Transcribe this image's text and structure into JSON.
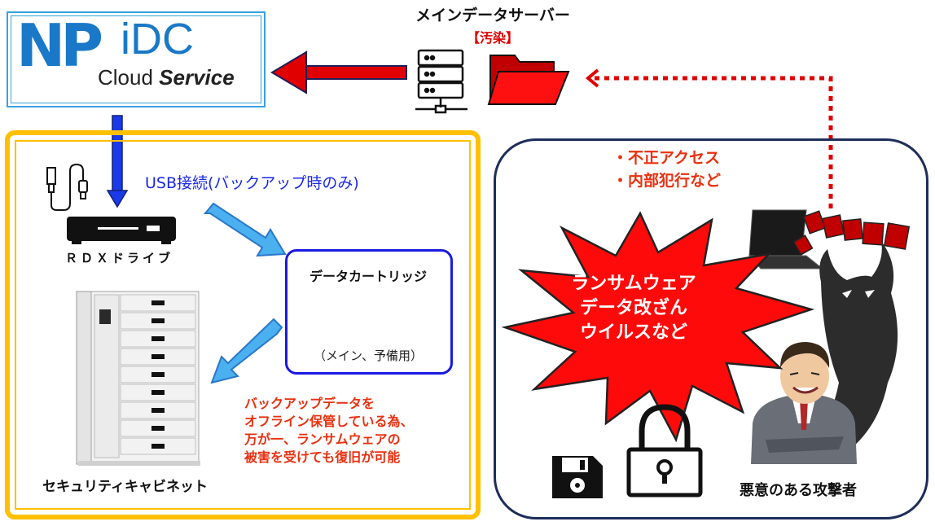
{
  "logo": {
    "mark": "NP",
    "product": "iDC",
    "line2_prefix": "Cloud ",
    "line2_emphasis": "Service"
  },
  "main_server": {
    "title": "メインデータサーバー",
    "tag": "【汚染】"
  },
  "backup": {
    "usb_label": "USB接続(バックアップ時のみ)",
    "rdx_label": "ＲＤＸドライブ",
    "cartridge_title": "データカートリッジ",
    "cartridge_note": "（メイン、予備用）",
    "cabinet_label": "セキュリティキャビネット",
    "offline_note": [
      "バックアップデータを",
      "オフライン保管している為、",
      "万が一、ランサムウェアの",
      "被害を受けても復旧が可能"
    ]
  },
  "threat": {
    "attack_list": [
      "・不正アクセス",
      "・内部犯行など"
    ],
    "burst_text": [
      "ランサムウェア",
      "データ改ざん",
      "ウイルスなど"
    ],
    "attacker_label": "悪意のある攻撃者"
  },
  "colors": {
    "brand_blue": "#1a78c8",
    "frame_gold": "#ffc000",
    "alert_red": "#e00000",
    "note_orange_red": "#e83010",
    "cartridge_blue": "#1a1ae0",
    "usb_blue": "#1a28e8",
    "threat_navy": "#1e2d5a",
    "arrow_light_blue": "#4ab0f0"
  },
  "icons": [
    "server-icon",
    "folder-icon",
    "usb-cable-icon",
    "rdx-drive-icon",
    "cartridge-icon",
    "cabinet-icon",
    "laptop-icon",
    "floppy-disk-icon",
    "padlock-icon",
    "attacker-figure-icon",
    "demon-shadow-icon"
  ]
}
